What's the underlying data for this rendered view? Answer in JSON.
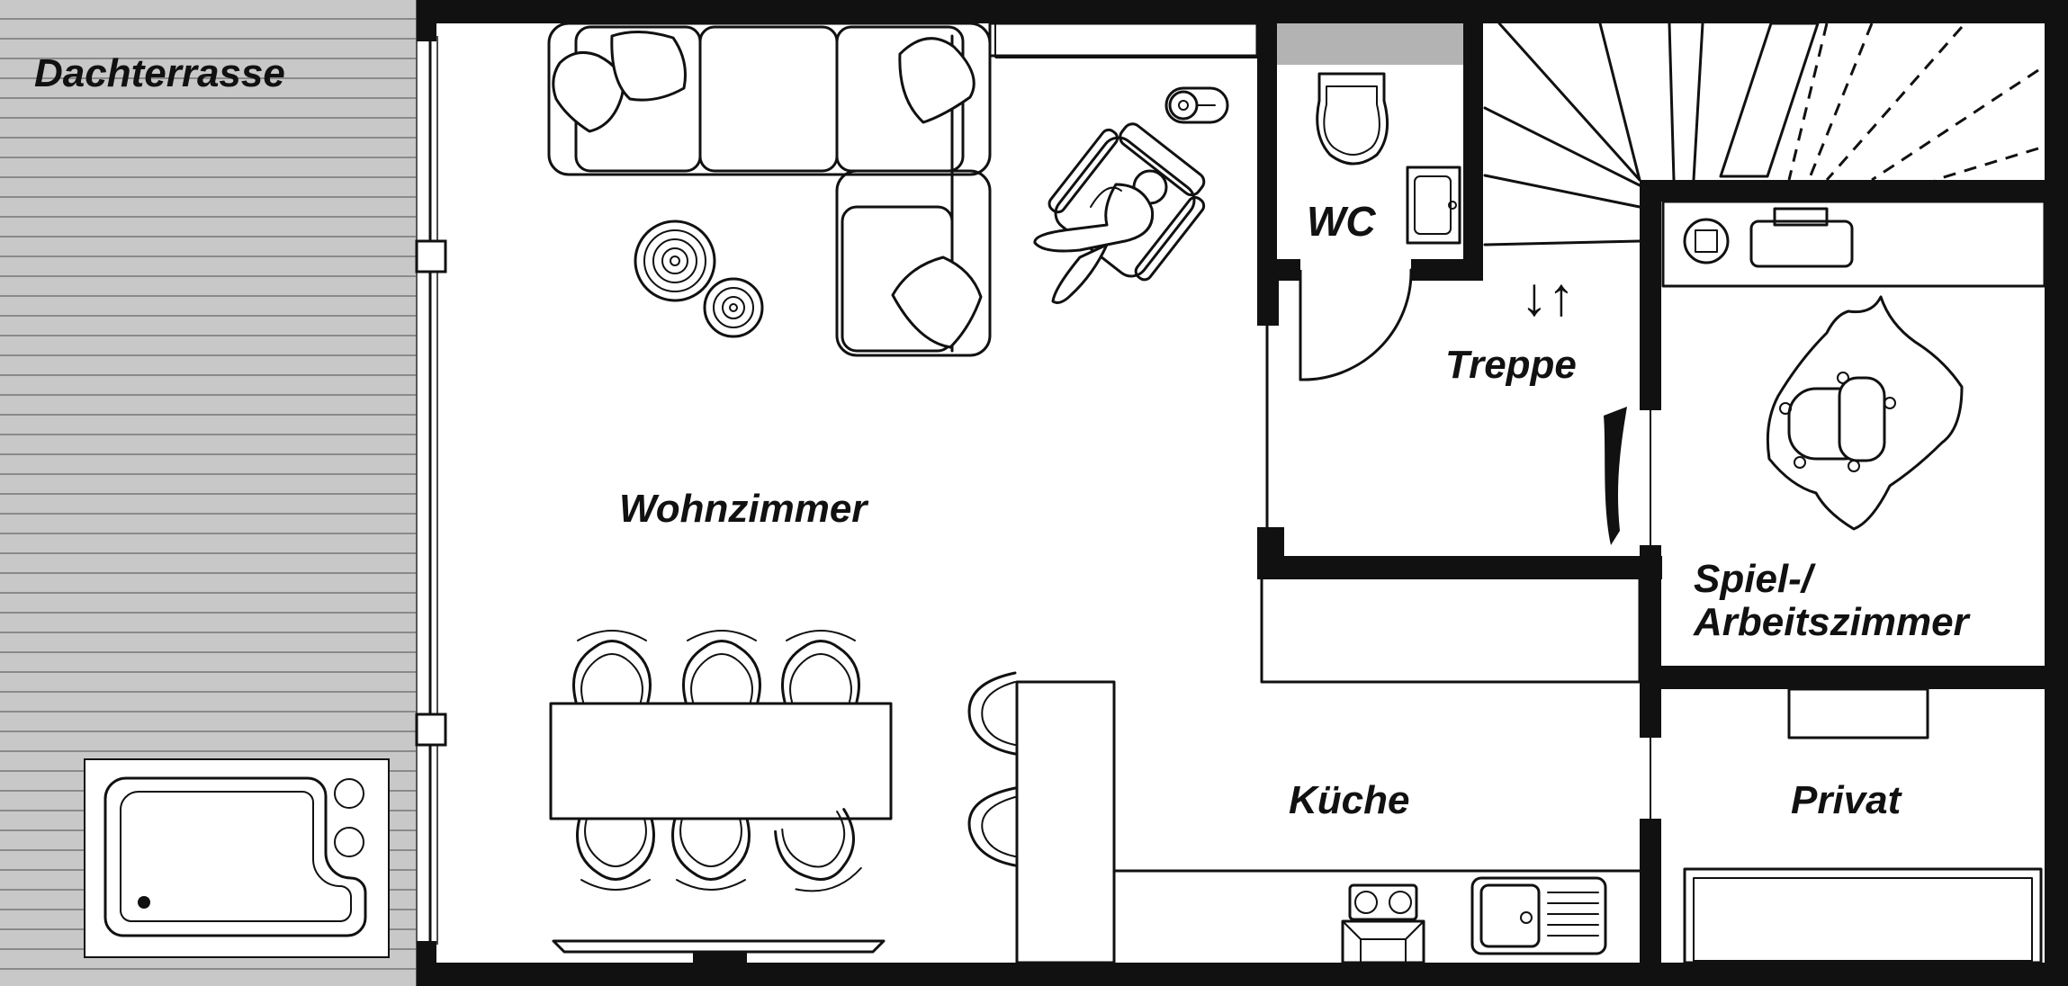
{
  "plan": {
    "rooms": {
      "dachterrasse": "Dachterrasse",
      "wc": "WC",
      "treppe": "Treppe",
      "wohnzimmer": "Wohnzimmer",
      "spiel_line1": "Spiel-/",
      "spiel_line2": "Arbeitszimmer",
      "kueche": "Küche",
      "privat": "Privat"
    },
    "stair_arrows": "↓↑",
    "colors": {
      "wall": "#111111",
      "deck": "#c8c8c8",
      "deck_line": "#8a8a8a",
      "wc_strip": "#b3b3b3",
      "background": "#ffffff"
    }
  }
}
